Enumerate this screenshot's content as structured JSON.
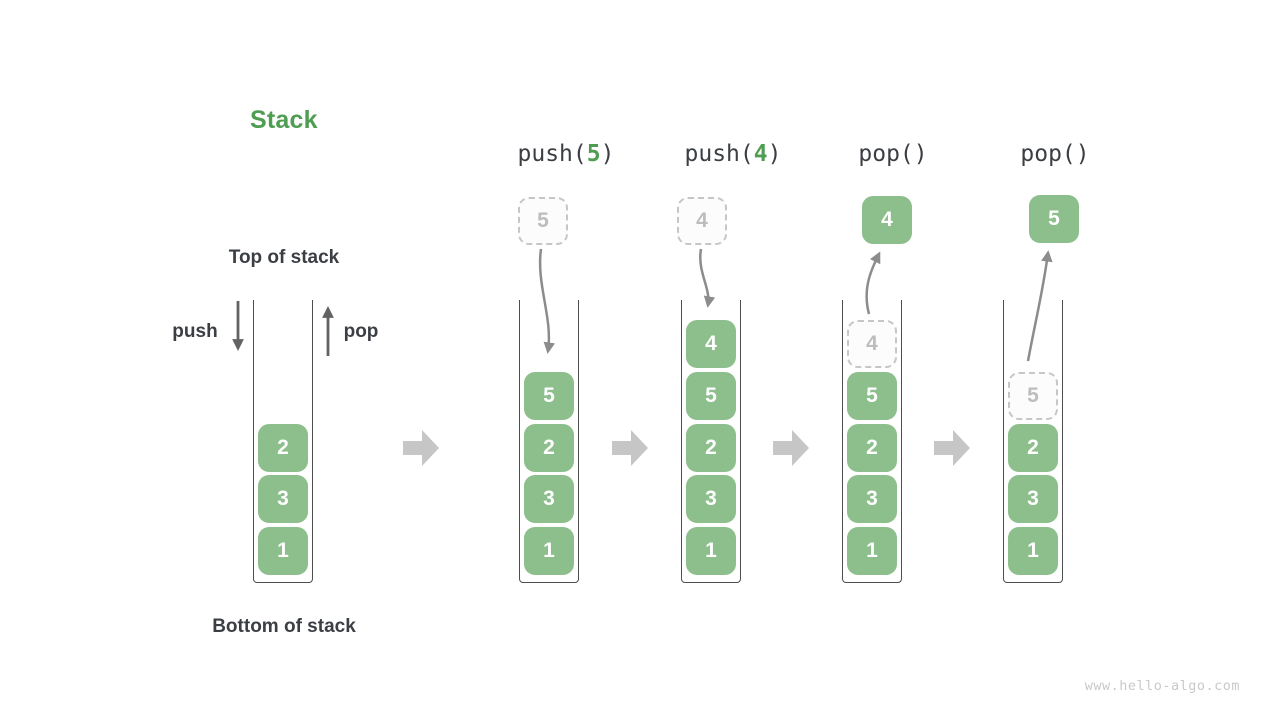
{
  "title": "Stack",
  "side_labels": {
    "top_of_stack": "Top of stack",
    "bottom_of_stack": "Bottom of stack",
    "push": "push",
    "pop": "pop"
  },
  "watermark": "www.hello-algo.com",
  "colors": {
    "block_green": "#8dbf8d",
    "accent_green": "#4e9d52",
    "text_dark": "#3b3f44",
    "ghost_border": "#c6c6c6",
    "ghost_fill": "#fcfcfc",
    "ghost_text": "#bdbdbd",
    "flow_arrow": "#c6c6c6",
    "curve_arrow": "#8c8c8c",
    "pushpop_arrow": "#636363",
    "wall": "#4e4e4e",
    "watermark_text": "#c9c9c9"
  },
  "columns": [
    {
      "id": "initial",
      "blocks": [
        {
          "value": "1",
          "slot": 0,
          "style": "solid"
        },
        {
          "value": "3",
          "slot": 1,
          "style": "solid"
        },
        {
          "value": "2",
          "slot": 2,
          "style": "solid"
        }
      ]
    },
    {
      "id": "after-push-5",
      "label": {
        "prefix": "push(",
        "arg": "5",
        "suffix": ")"
      },
      "top_box": {
        "value": "5",
        "style": "ghost"
      },
      "arrow": "down",
      "blocks": [
        {
          "value": "1",
          "slot": 0,
          "style": "solid"
        },
        {
          "value": "3",
          "slot": 1,
          "style": "solid"
        },
        {
          "value": "2",
          "slot": 2,
          "style": "solid"
        },
        {
          "value": "5",
          "slot": 3,
          "style": "solid"
        }
      ]
    },
    {
      "id": "after-push-4",
      "label": {
        "prefix": "push(",
        "arg": "4",
        "suffix": ")"
      },
      "top_box": {
        "value": "4",
        "style": "ghost"
      },
      "arrow": "down",
      "blocks": [
        {
          "value": "1",
          "slot": 0,
          "style": "solid"
        },
        {
          "value": "3",
          "slot": 1,
          "style": "solid"
        },
        {
          "value": "2",
          "slot": 2,
          "style": "solid"
        },
        {
          "value": "5",
          "slot": 3,
          "style": "solid"
        },
        {
          "value": "4",
          "slot": 4,
          "style": "solid"
        }
      ]
    },
    {
      "id": "after-pop-1",
      "label": {
        "prefix": "pop(",
        "arg": "",
        "suffix": ")"
      },
      "top_box": {
        "value": "4",
        "style": "solid"
      },
      "arrow": "up",
      "blocks": [
        {
          "value": "1",
          "slot": 0,
          "style": "solid"
        },
        {
          "value": "3",
          "slot": 1,
          "style": "solid"
        },
        {
          "value": "2",
          "slot": 2,
          "style": "solid"
        },
        {
          "value": "5",
          "slot": 3,
          "style": "solid"
        },
        {
          "value": "4",
          "slot": 4,
          "style": "ghost"
        }
      ]
    },
    {
      "id": "after-pop-2",
      "label": {
        "prefix": "pop(",
        "arg": "",
        "suffix": ")"
      },
      "top_box": {
        "value": "5",
        "style": "solid"
      },
      "arrow": "up",
      "blocks": [
        {
          "value": "1",
          "slot": 0,
          "style": "solid"
        },
        {
          "value": "3",
          "slot": 1,
          "style": "solid"
        },
        {
          "value": "2",
          "slot": 2,
          "style": "solid"
        },
        {
          "value": "5",
          "slot": 3,
          "style": "ghost"
        }
      ]
    }
  ]
}
